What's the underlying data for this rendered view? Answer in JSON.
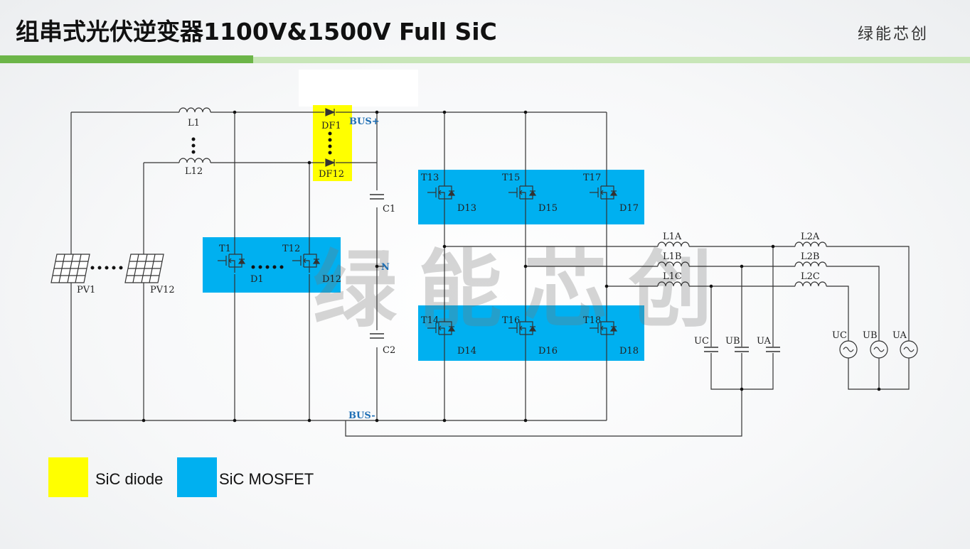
{
  "header": {
    "title": "组串式光伏逆变器1100V&1500V Full SiC",
    "brand": "绿能芯创"
  },
  "watermark": "绿能芯创",
  "colors": {
    "accent_green": "#6cb548",
    "light_green": "#c8e6b8",
    "sic_diode": "#ffff00",
    "sic_mosfet": "#00b0f0",
    "bus_label": "#1f6fb4"
  },
  "circuit": {
    "inductors": [
      "L1",
      "L12",
      "L1A",
      "L1B",
      "L1C",
      "L2A",
      "L2B",
      "L2C"
    ],
    "pv": [
      "PV1",
      "PV12"
    ],
    "diodes": [
      "DF1",
      "DF12"
    ],
    "switches_boost": [
      {
        "t": "T1",
        "d": "D1"
      },
      {
        "t": "T12",
        "d": "D12"
      }
    ],
    "switches_top": [
      {
        "t": "T13",
        "d": "D13"
      },
      {
        "t": "T15",
        "d": "D15"
      },
      {
        "t": "T17",
        "d": "D17"
      }
    ],
    "switches_bottom": [
      {
        "t": "T14",
        "d": "D14"
      },
      {
        "t": "T16",
        "d": "D16"
      },
      {
        "t": "T18",
        "d": "D18"
      }
    ],
    "capacitors": [
      "C1",
      "C2"
    ],
    "bus": {
      "plus": "BUS+",
      "neutral": "N",
      "minus": "BUS-"
    },
    "filter_caps": [
      "UC",
      "UB",
      "UA"
    ],
    "grid_sources": [
      "UC",
      "UB",
      "UA"
    ]
  },
  "legend": [
    {
      "label": "SiC diode",
      "color": "#ffff00"
    },
    {
      "label": "SiC MOSFET",
      "color": "#00b0f0"
    }
  ]
}
